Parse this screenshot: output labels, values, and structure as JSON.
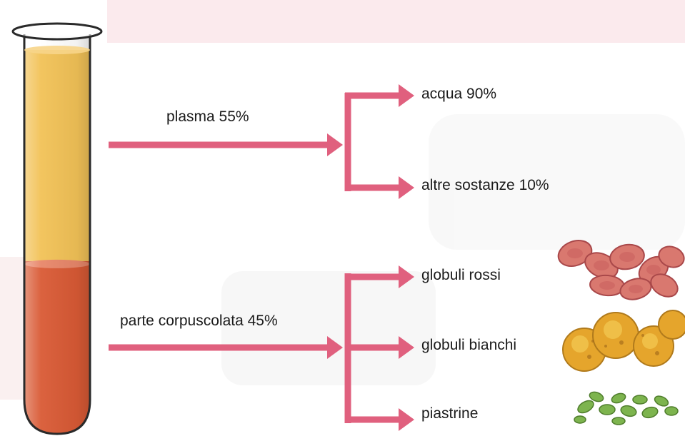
{
  "plasma": {
    "label": "plasma 55%",
    "fraction": 0.55,
    "color": "#f2c257",
    "components": [
      {
        "label": "acqua 90%"
      },
      {
        "label": "altre sostanze 10%"
      }
    ]
  },
  "corpuscular": {
    "label": "parte corpuscolata 45%",
    "fraction": 0.45,
    "color": "#d95a35",
    "components": [
      {
        "label": "globuli rossi",
        "icon": "red-blood-cells-icon",
        "color": "#d9786f"
      },
      {
        "label": "globuli bianchi",
        "icon": "white-blood-cells-icon",
        "color": "#e0a42a"
      },
      {
        "label": "piastrine",
        "icon": "platelets-icon",
        "color": "#7db44e"
      }
    ]
  },
  "colors": {
    "arrow": "#e0607e",
    "tube_outline": "#2a2a2a",
    "background_faded": "#f3e9ec"
  }
}
